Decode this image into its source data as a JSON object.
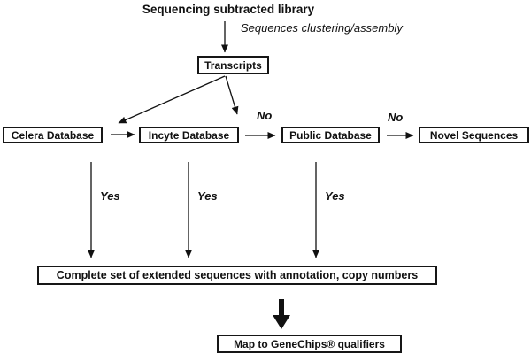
{
  "diagram": {
    "title": "Sequencing subtracted library",
    "clustering_label": "Sequences clustering/assembly",
    "nodes": {
      "transcripts": {
        "label": "Transcripts"
      },
      "celera": {
        "label": "Celera Database"
      },
      "incyte": {
        "label": "Incyte Database"
      },
      "public": {
        "label": "Public Database"
      },
      "novel": {
        "label": "Novel Sequences"
      },
      "complete": {
        "label": "Complete set of extended sequences with annotation, copy numbers"
      },
      "genechips": {
        "label": "Map to GeneChips® qualifiers"
      }
    },
    "edge_labels": {
      "no_to_public": "No",
      "no_to_novel": "No",
      "yes_celera": "Yes",
      "yes_incyte": "Yes",
      "yes_public": "Yes"
    },
    "colors": {
      "ink": "#111111",
      "background": "#ffffff"
    }
  }
}
